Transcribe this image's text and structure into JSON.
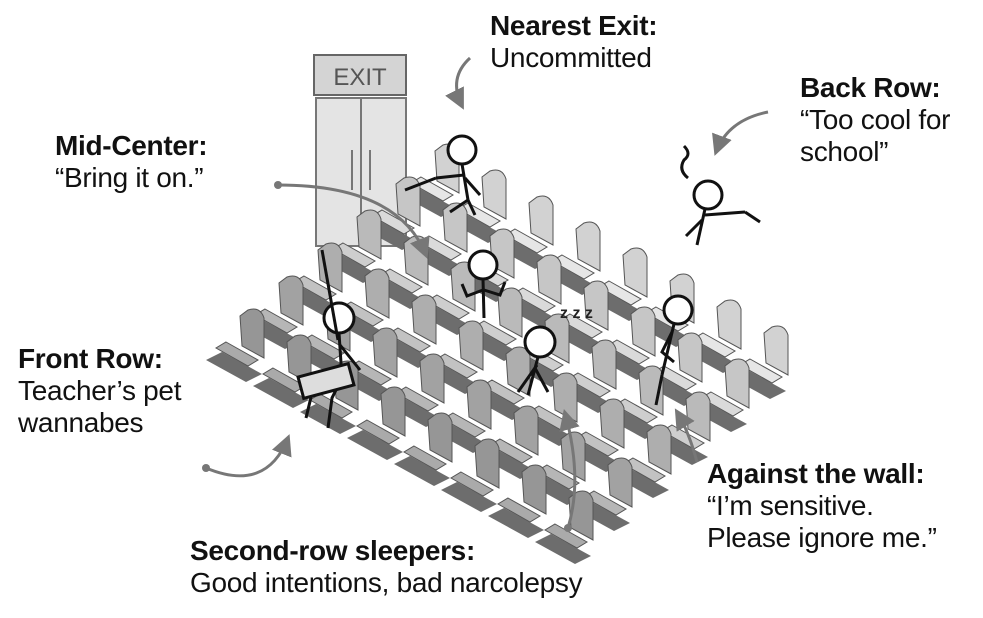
{
  "exit_sign": "EXIT",
  "captions": {
    "nearest_exit": {
      "title": "Nearest Exit:",
      "desc": "Uncommitted"
    },
    "back_row": {
      "title": "Back Row:",
      "desc": "“Too cool for\nschool”"
    },
    "mid_center": {
      "title": "Mid-Center:",
      "desc": "“Bring it on.”"
    },
    "front_row": {
      "title": "Front Row:",
      "desc": "Teacher’s pet\nwannabes"
    },
    "against_wall": {
      "title": "Against the wall:",
      "desc": "“I’m sensitive.\nPlease ignore me.”"
    },
    "second_row": {
      "title": "Second-row sleepers:",
      "desc": "Good intentions, bad narcolepsy"
    }
  },
  "sleep_mark": "z z z"
}
